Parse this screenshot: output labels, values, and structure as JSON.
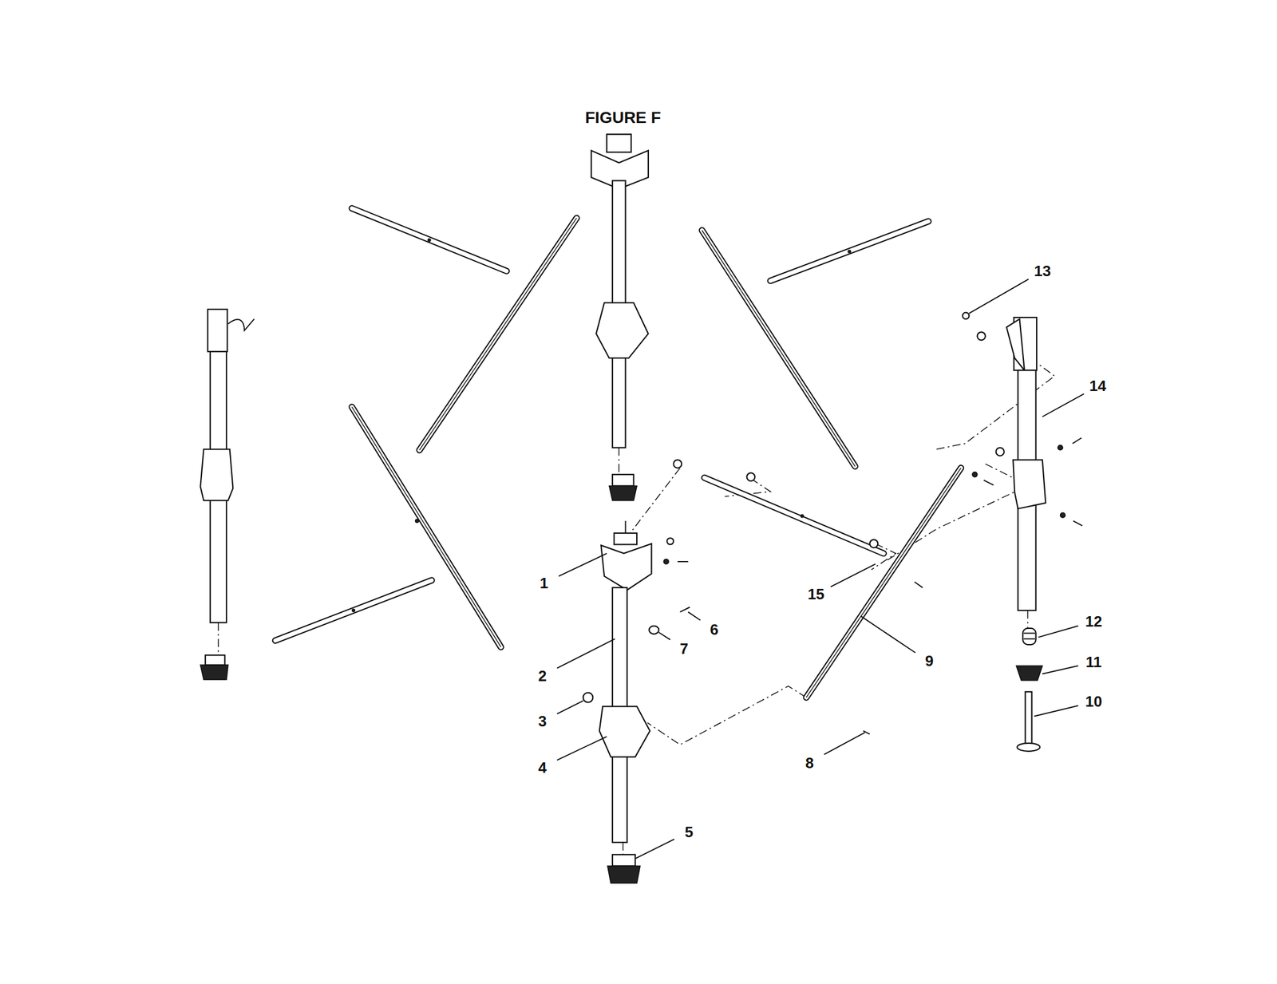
{
  "diagram": {
    "title": "FIGURE F",
    "labels": [
      "13",
      "14",
      "1",
      "15",
      "6",
      "12",
      "9",
      "7",
      "11",
      "2",
      "10",
      "3",
      "4",
      "8",
      "5"
    ]
  }
}
